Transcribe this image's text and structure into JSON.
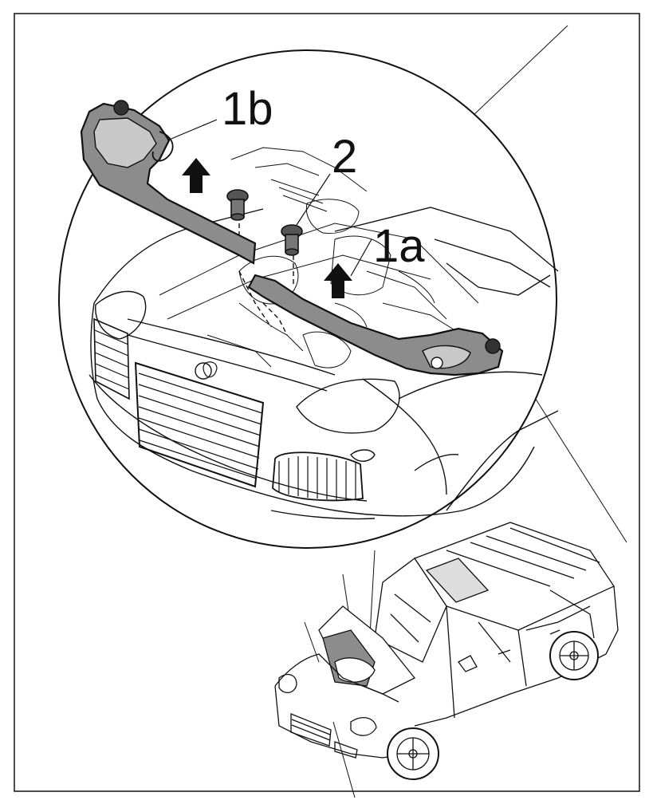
{
  "callouts": {
    "label_1b": "1b",
    "label_2": "2",
    "label_1a": "1a"
  },
  "colors": {
    "line": "#111111",
    "part_fill": "#8c8c8c",
    "part_fill_light": "#c8c8c8",
    "background": "#ffffff"
  }
}
